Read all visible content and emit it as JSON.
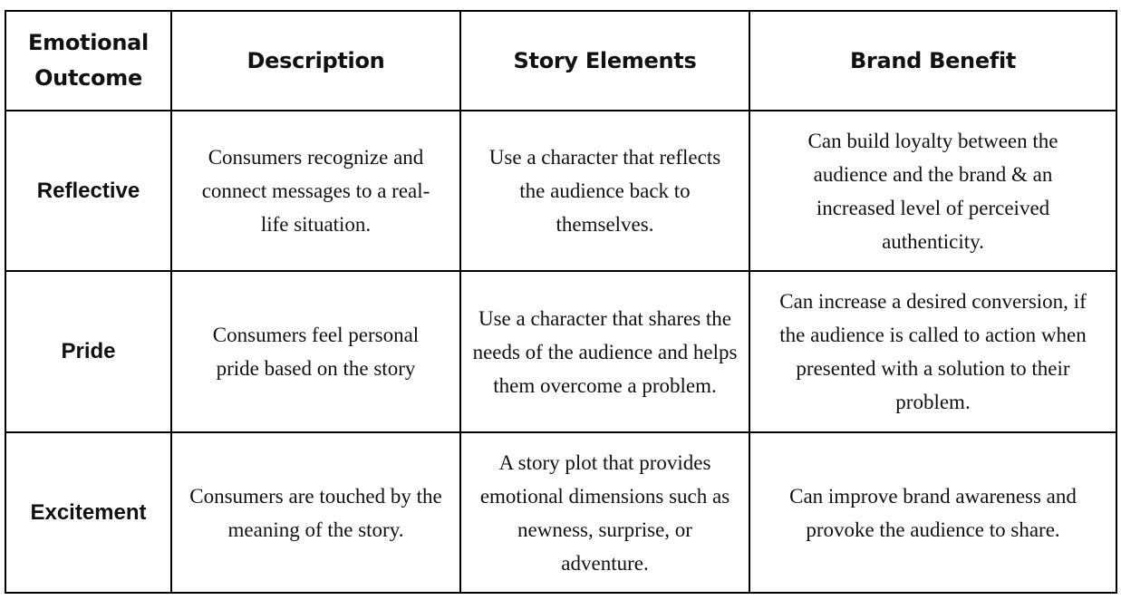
{
  "table": {
    "headers": [
      "Emotional Outcome",
      "Description",
      "Story Elements",
      "Brand Benefit"
    ],
    "rows": [
      {
        "outcome": "Reflective",
        "description": "Consumers recognize and connect messages to a real-life situation.",
        "story_elements": "Use a character that reflects the audience back to themselves.",
        "brand_benefit": "Can build loyalty between the audience and the brand & an increased level of perceived authenticity."
      },
      {
        "outcome": "Pride",
        "description": "Consumers feel personal pride based on the story",
        "story_elements": "Use a character that shares the needs of the audience and helps them overcome a problem.",
        "brand_benefit": "Can increase a desired conversion, if the audience is called to action when presented with a solution to their problem."
      },
      {
        "outcome": "Excitement",
        "description": "Consumers are touched by the meaning of the story.",
        "story_elements": "A story plot that provides emotional dimensions such as newness, surprise, or adventure.",
        "brand_benefit": "Can improve brand awareness and provoke the audience to share."
      }
    ]
  }
}
